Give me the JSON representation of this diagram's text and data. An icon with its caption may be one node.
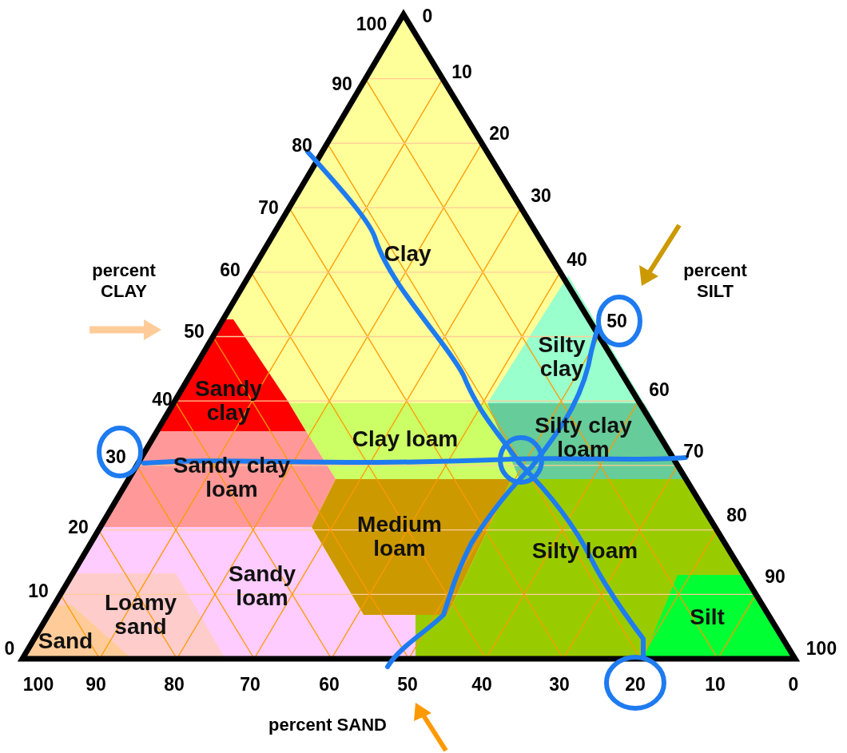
{
  "diagram": {
    "nodes": [
      {
        "text": [
          "Clay"
        ]
      },
      {
        "text": [
          "Silty clay"
        ]
      },
      {
        "text": [
          "Sandy clay"
        ]
      },
      {
        "text": [
          "Clay loam"
        ]
      },
      {
        "text": [
          "Silty clay loam"
        ]
      },
      {
        "text": [
          "Sandy clay loam"
        ]
      },
      {
        "text": [
          "Medium loam"
        ]
      },
      {
        "text": [
          "Silty loam"
        ]
      },
      {
        "text": [
          "Sandy loam"
        ]
      },
      {
        "text": [
          "Loamy sand"
        ]
      },
      {
        "text": [
          "Silt"
        ]
      },
      {
        "text": [
          "Sand"
        ]
      }
    ],
    "labels": [
      "100",
      "0",
      "90",
      "10",
      "80",
      "20",
      "70",
      "30",
      "60",
      "40",
      "percent CLAY",
      "percent SILT",
      "50",
      "50",
      "40",
      "60",
      "30",
      "70",
      "20",
      "80",
      "10",
      "90",
      "0",
      "100",
      "100",
      "90",
      "80",
      "70",
      "60",
      "50",
      "40",
      "30",
      "20",
      "10",
      "0",
      "percent SAND"
    ]
  }
}
